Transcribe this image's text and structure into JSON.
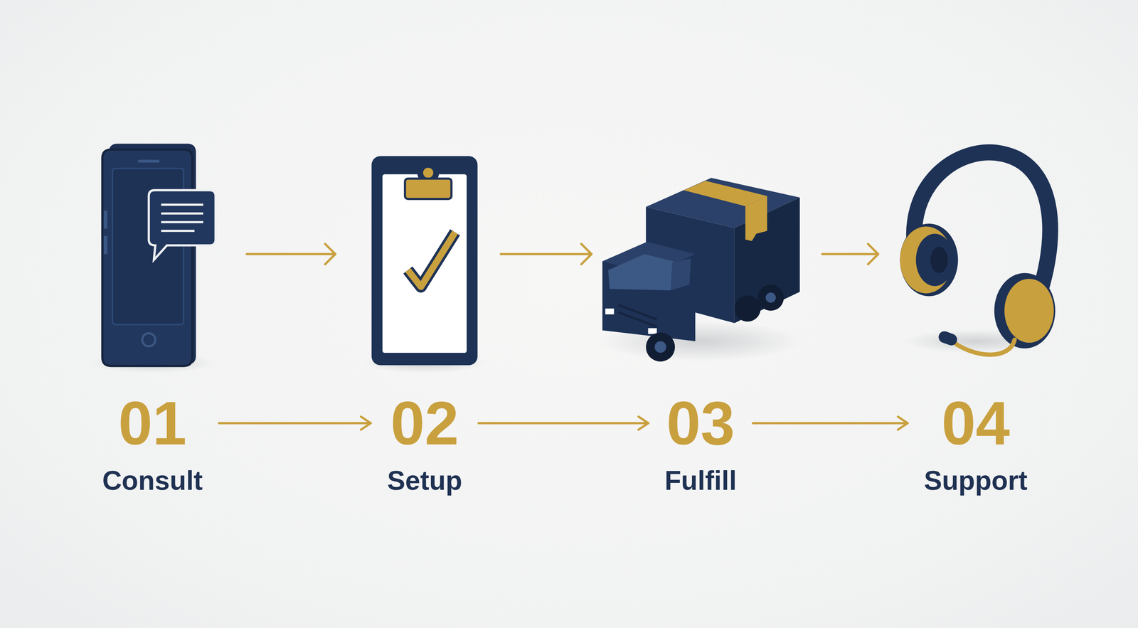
{
  "diagram": {
    "nodes": [
      {
        "text": [
          "01",
          "Consult"
        ]
      },
      {
        "text": [
          "02",
          "Setup"
        ]
      },
      {
        "text": [
          "03",
          "Fulfill"
        ]
      },
      {
        "text": [
          "04",
          "Support"
        ]
      }
    ],
    "edges": [
      {
        "from": 0,
        "to": 1,
        "arrow": "to"
      },
      {
        "from": 1,
        "to": 2,
        "arrow": "to"
      },
      {
        "from": 2,
        "to": 3,
        "arrow": "to"
      }
    ]
  }
}
